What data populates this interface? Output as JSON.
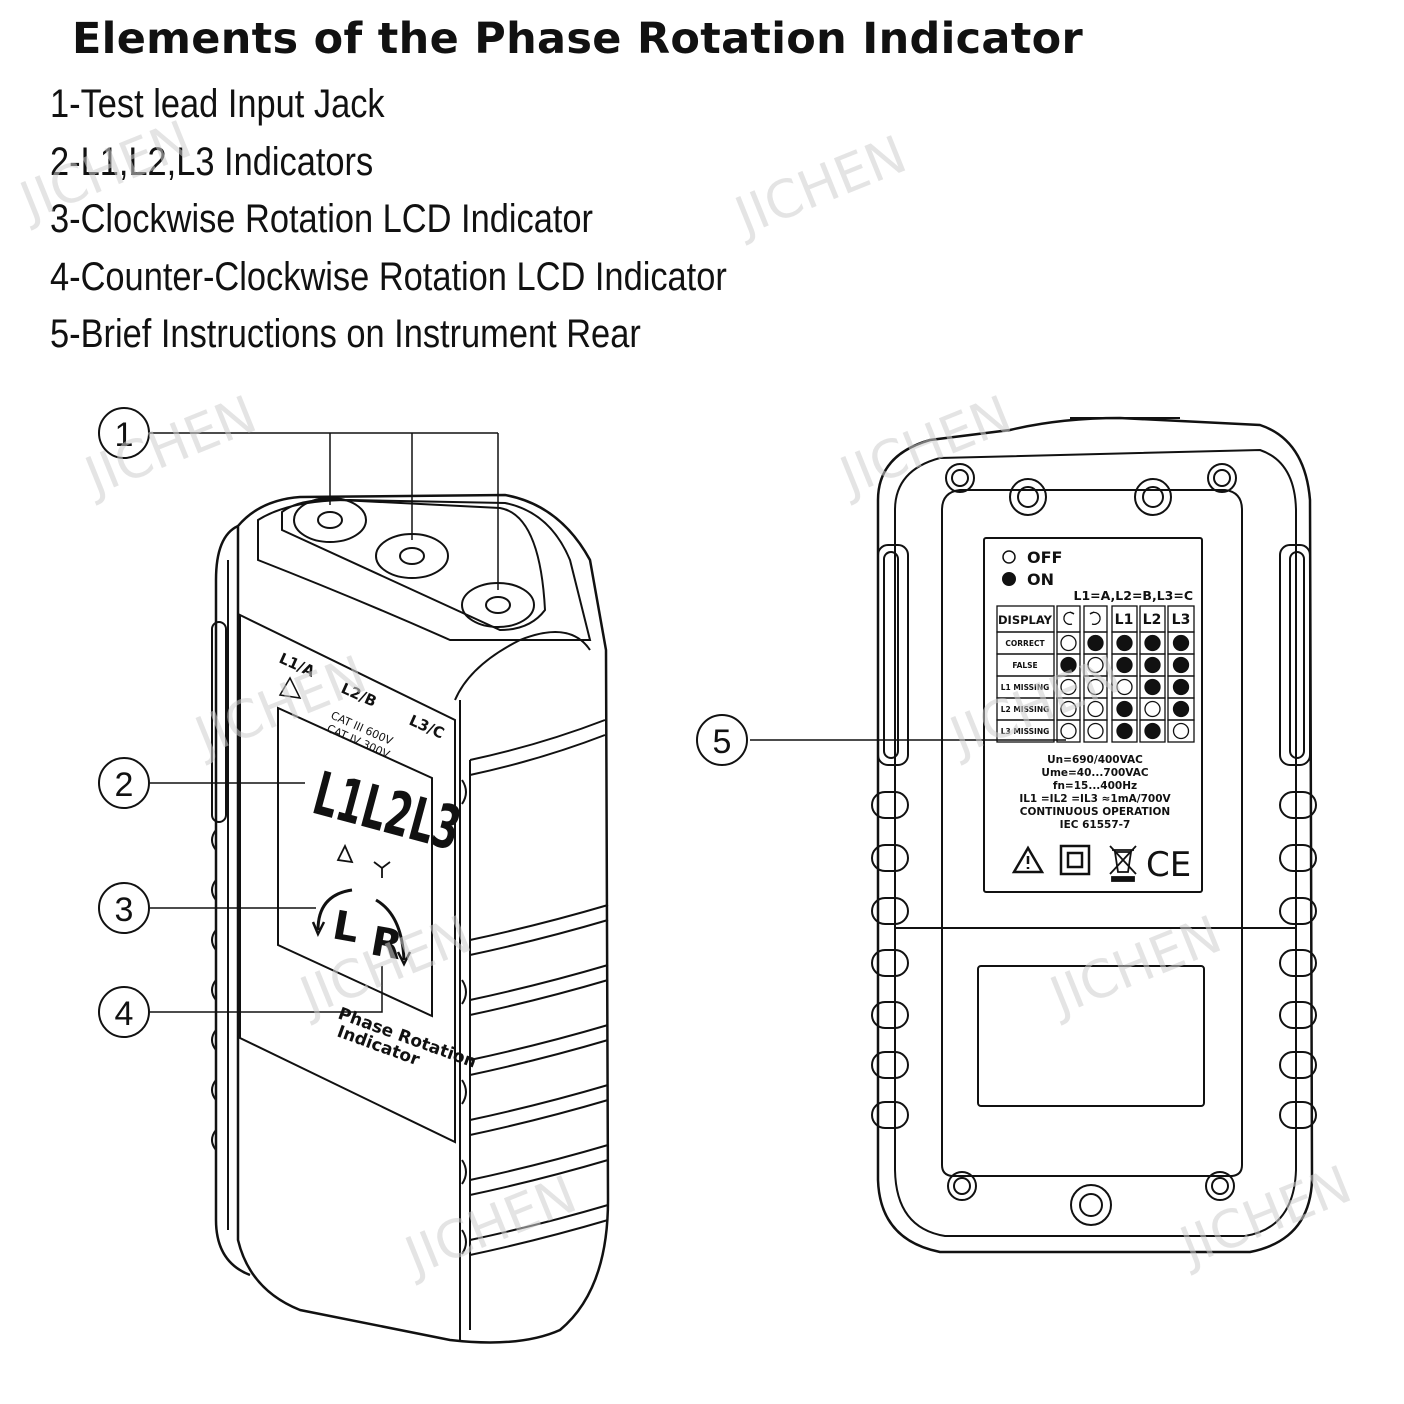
{
  "title": "Elements of the Phase Rotation Indicator",
  "elements": [
    "1-Test lead Input Jack",
    "2-L1,L2,L3 Indicators",
    "3-Clockwise Rotation LCD Indicator",
    "4-Counter-Clockwise Rotation LCD Indicator",
    "5-Brief Instructions on Instrument Rear"
  ],
  "callouts": [
    "1",
    "2",
    "3",
    "4",
    "5"
  ],
  "watermark": "JICHEN",
  "front": {
    "jack_labels": [
      "L1/A",
      "L2/B",
      "L3/C"
    ],
    "cat_ratings": [
      "CAT III 600V",
      "CAT IV 300V"
    ],
    "lcd_phase_text": "L1L2L3",
    "rotation_left": "L",
    "rotation_right": "R",
    "device_name": [
      "Phase Rotation",
      "Indicator"
    ]
  },
  "rear": {
    "legend_off": "OFF",
    "legend_on": "ON",
    "mapping": "L1=A,L2=B,L3=C",
    "table_headers": [
      "DISPLAY",
      "L1",
      "L2",
      "L3"
    ],
    "table_rows": [
      {
        "label": "CORRECT",
        "states": [
          0,
          1,
          1,
          1,
          1
        ]
      },
      {
        "label": "FALSE",
        "states": [
          1,
          0,
          1,
          1,
          1
        ]
      },
      {
        "label": "L1 MISSING",
        "states": [
          0,
          0,
          0,
          1,
          1
        ]
      },
      {
        "label": "L2 MISSING",
        "states": [
          0,
          0,
          1,
          0,
          1
        ]
      },
      {
        "label": "L3 MISSING",
        "states": [
          0,
          0,
          1,
          1,
          0
        ]
      }
    ],
    "specs": [
      "Un=690/400VAC",
      "Ume=40...700VAC",
      "fn=15...400Hz",
      "IL1 =IL2 =IL3 ≈1mA/700V",
      "CONTINUOUS OPERATION",
      "IEC 61557-7"
    ],
    "ce_mark": "CE"
  }
}
